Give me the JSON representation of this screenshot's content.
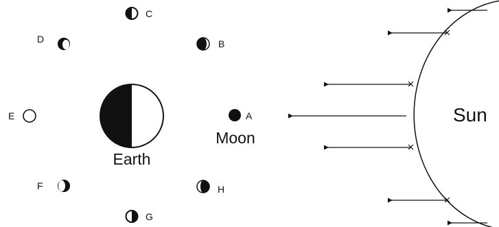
{
  "labels": {
    "earth": "Earth",
    "moon": "Moon",
    "sun": "Sun",
    "a": "A",
    "b": "B",
    "c": "C",
    "d": "D",
    "e": "E",
    "f": "F",
    "g": "G",
    "h": "H"
  }
}
